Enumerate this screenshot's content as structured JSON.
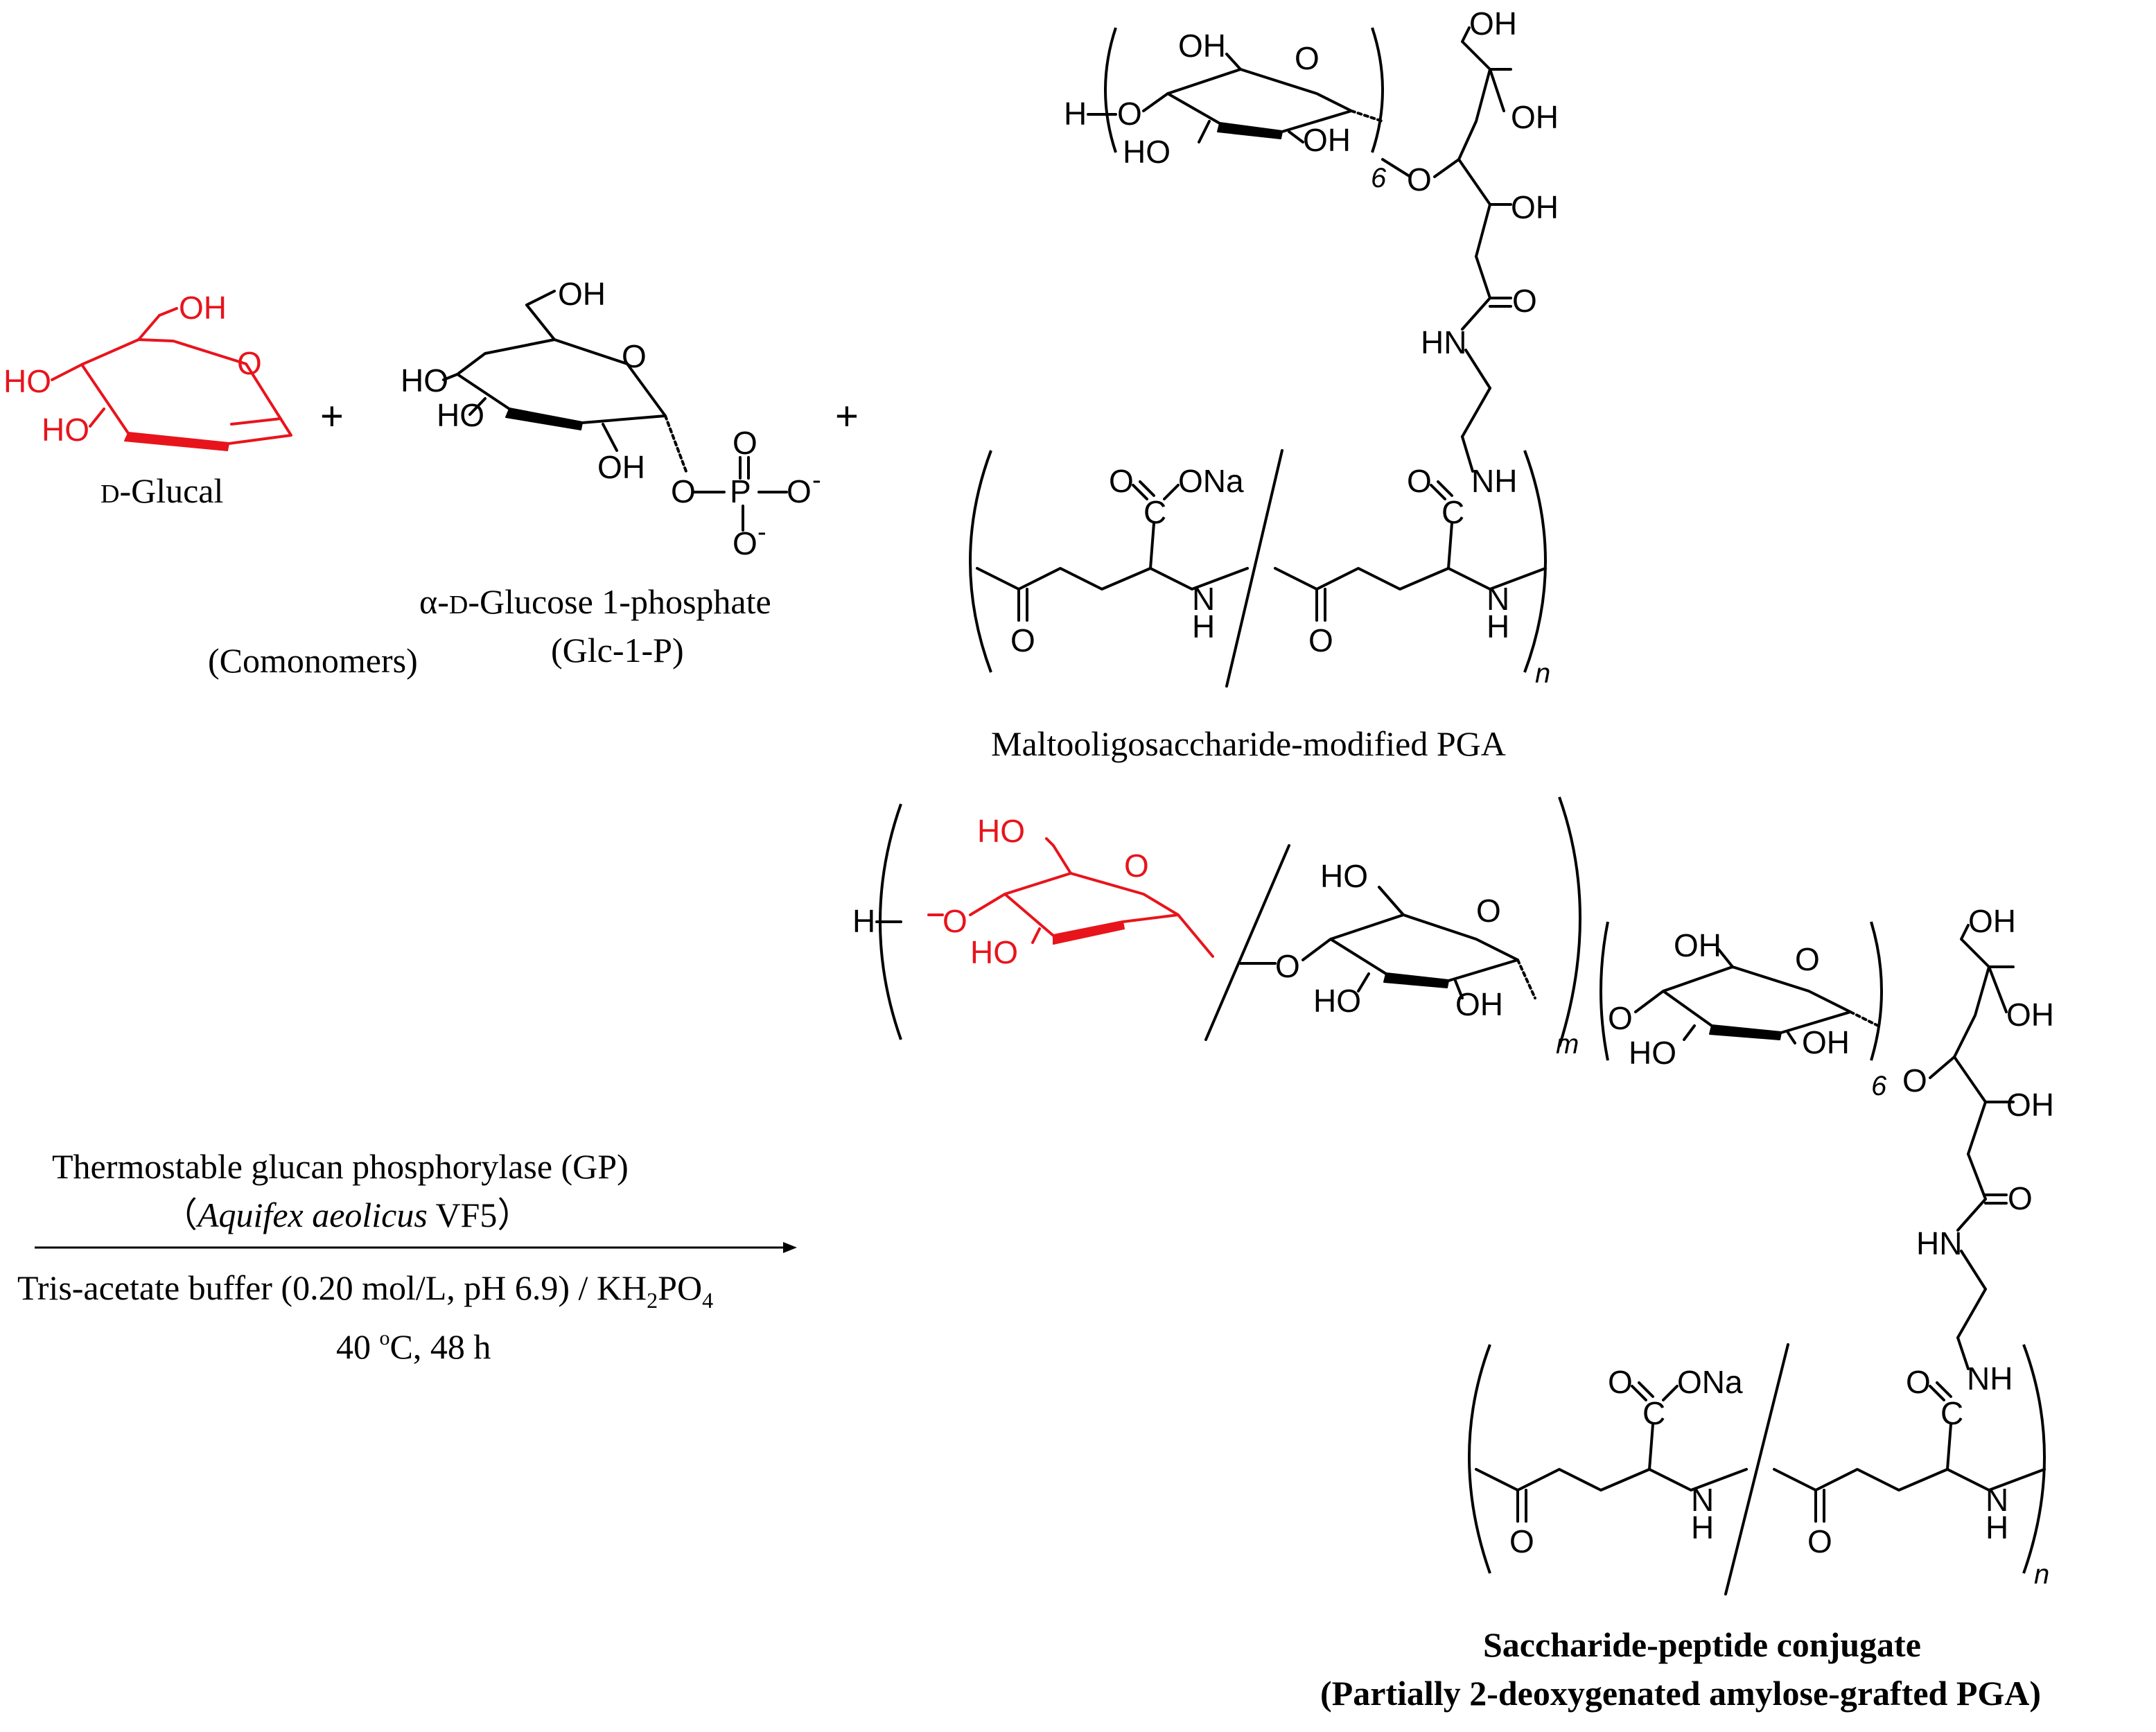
{
  "comonomers": {
    "glucal": {
      "prefix": "D",
      "name": "-Glucal"
    },
    "glc1p": {
      "alpha": "α-",
      "prefix": "D",
      "name": "-Glucose  1-phosphate",
      "abbrev": "(Glc-1-P)"
    },
    "group_label": "(Comonomers)",
    "plus": "+"
  },
  "atoms": {
    "OH": "OH",
    "HO": "HO",
    "O": "O",
    "P": "P",
    "O_minus": "O",
    "minus": "-",
    "H": "H",
    "C": "C",
    "N": "N",
    "NH": "NH",
    "HN": "HN",
    "ONa": "ONa",
    "Na": "Na"
  },
  "subscripts": {
    "six": "6",
    "m": "m",
    "n": "n"
  },
  "reaction": {
    "enzyme": "Thermostable  glucan  phosphorylase  (GP)",
    "source_open": "（",
    "source_italic": "Aquifex aeolicus",
    "source_rest": " VF5）",
    "buffer_pre": "Tris-acetate  buffer  (0.20 mol/L,  pH 6.9) / KH",
    "buffer_sub2": "2",
    "buffer_po": "PO",
    "buffer_sub4": "4",
    "temp_pre": "40 ",
    "temp_sup": "o",
    "temp_post": "C, 48 h"
  },
  "products": {
    "primer": "Maltooligosaccharide-modified  PGA",
    "conjugate_title": "Saccharide-peptide  conjugate",
    "conjugate_subtitle": "(Partially 2-deoxygenated amylose-grafted PGA)"
  }
}
